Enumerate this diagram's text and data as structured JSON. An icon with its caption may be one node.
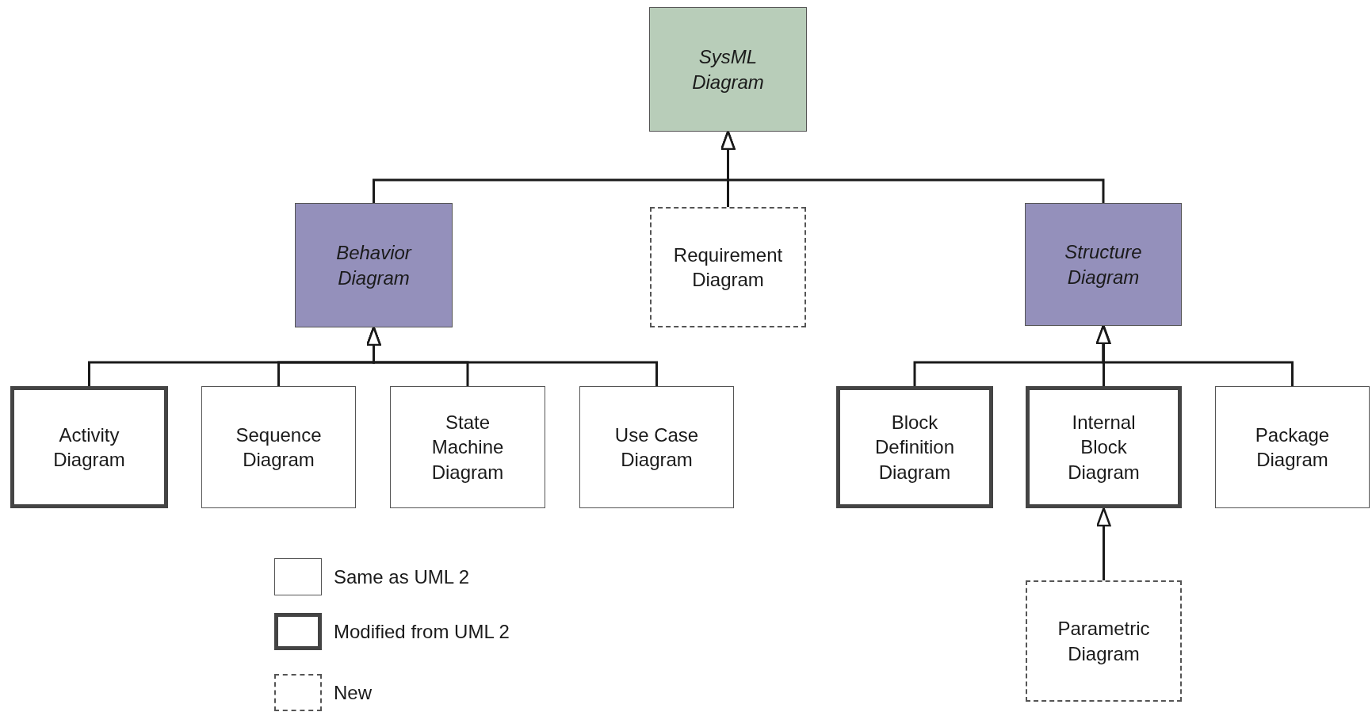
{
  "diagram": {
    "nodes": [
      {
        "text": [
          "SysML Diagram"
        ]
      },
      {
        "text": [
          "Behavior Diagram"
        ]
      },
      {
        "text": [
          "Requirement Diagram"
        ]
      },
      {
        "text": [
          "Structure Diagram"
        ]
      },
      {
        "text": [
          "Activity Diagram"
        ]
      },
      {
        "text": [
          "Sequence Diagram"
        ]
      },
      {
        "text": [
          "State Machine Diagram"
        ]
      },
      {
        "text": [
          "Use Case Diagram"
        ]
      },
      {
        "text": [
          "Block Definition Diagram"
        ]
      },
      {
        "text": [
          "Internal Block Diagram"
        ]
      },
      {
        "text": [
          "Package Diagram"
        ]
      },
      {
        "text": [
          "Parametric Diagram"
        ]
      }
    ],
    "edges": [
      {
        "from": 1,
        "to": 0,
        "arrow": "to"
      },
      {
        "from": 2,
        "to": 0,
        "arrow": "to"
      },
      {
        "from": 3,
        "to": 0,
        "arrow": "to"
      },
      {
        "from": 4,
        "to": 1,
        "arrow": "to"
      },
      {
        "from": 5,
        "to": 1,
        "arrow": "to"
      },
      {
        "from": 6,
        "to": 1,
        "arrow": "to"
      },
      {
        "from": 7,
        "to": 1,
        "arrow": "to"
      },
      {
        "from": 8,
        "to": 3,
        "arrow": "to"
      },
      {
        "from": 9,
        "to": 3,
        "arrow": "to"
      },
      {
        "from": 10,
        "to": 3,
        "arrow": "to"
      },
      {
        "from": 11,
        "to": 9,
        "arrow": "to"
      }
    ],
    "legend": [
      {
        "text": "Same as UML 2"
      },
      {
        "text": "Modified from UML 2"
      },
      {
        "text": "New"
      }
    ]
  }
}
